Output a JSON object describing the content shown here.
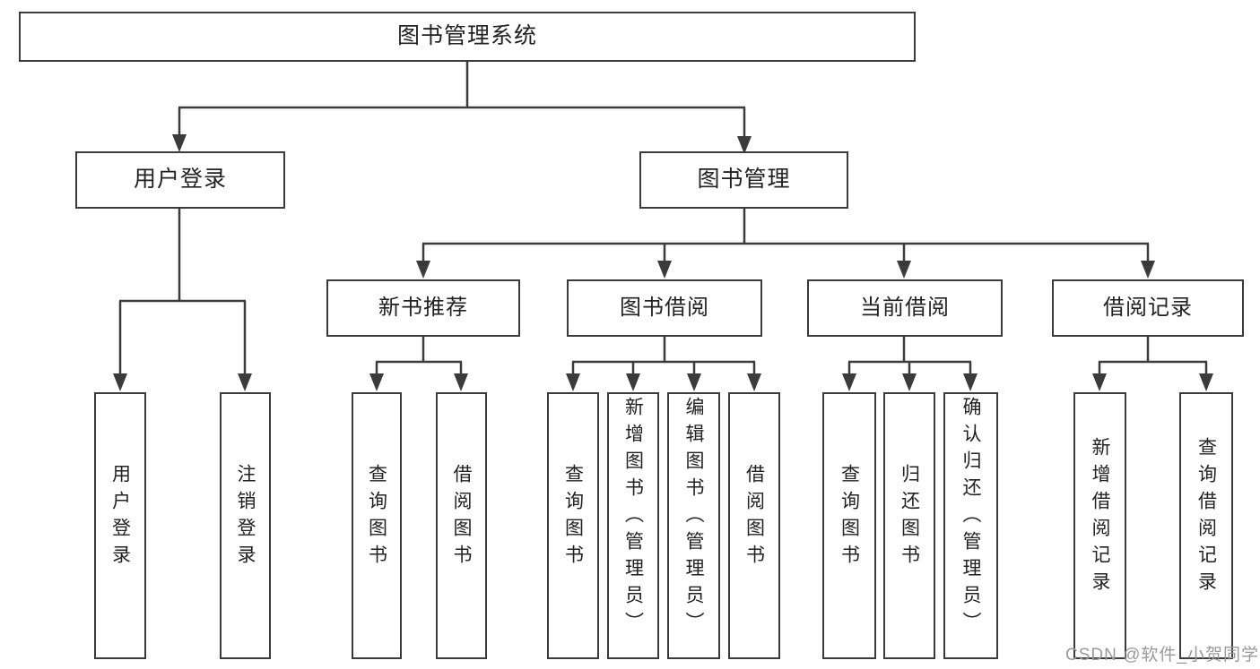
{
  "colors": {
    "line": "#3b3b3b",
    "text": "#222222",
    "background": "#ffffff",
    "watermark": "#9a9a9a"
  },
  "watermark": {
    "text": "CSDN @软件_小贺同学"
  },
  "diagram": {
    "type": "hierarchy-tree",
    "root": {
      "label": "图书管理系统",
      "children": [
        {
          "label": "用户登录",
          "children": [
            {
              "label": "用户登录"
            },
            {
              "label": "注销登录"
            }
          ]
        },
        {
          "label": "图书管理",
          "children": [
            {
              "label": "新书推荐",
              "children": [
                {
                  "label": "查询图书"
                },
                {
                  "label": "借阅图书"
                }
              ]
            },
            {
              "label": "图书借阅",
              "children": [
                {
                  "label": "查询图书"
                },
                {
                  "label": "新增图书（管理员）"
                },
                {
                  "label": "编辑图书（管理员）"
                },
                {
                  "label": "借阅图书"
                }
              ]
            },
            {
              "label": "当前借阅",
              "children": [
                {
                  "label": "查询图书"
                },
                {
                  "label": "归还图书"
                },
                {
                  "label": "确认归还（管理员）"
                }
              ]
            },
            {
              "label": "借阅记录",
              "children": [
                {
                  "label": "新增借阅记录"
                },
                {
                  "label": "查询借阅记录"
                }
              ]
            }
          ]
        }
      ]
    }
  }
}
